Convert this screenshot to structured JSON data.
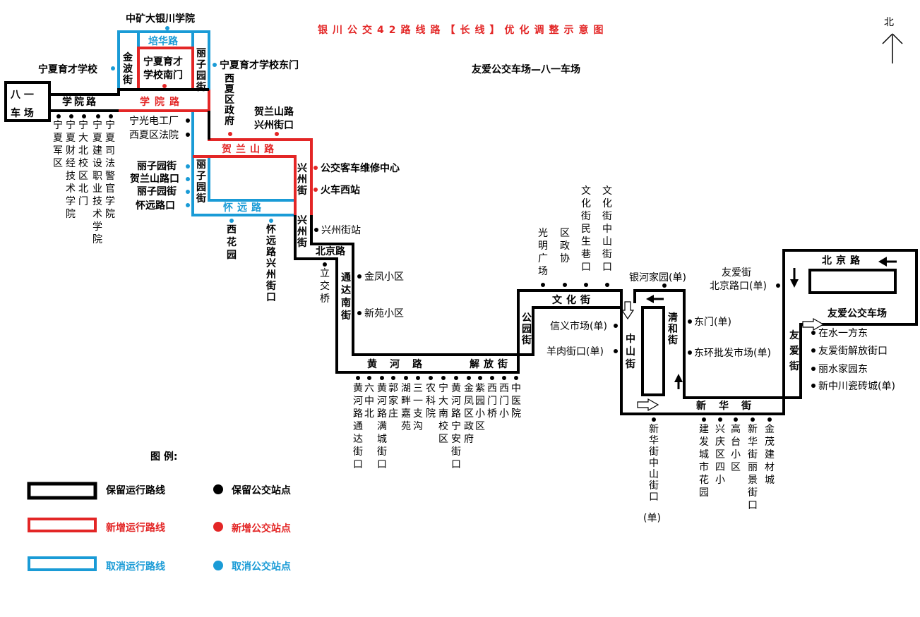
{
  "title": "银川公交42路线路【长线】优化调整示意图",
  "subtitle": "友爱公交车场—八一车场",
  "north": "北",
  "colors": {
    "retained": "#000000",
    "added": "#e32626",
    "removed": "#1a9bd6"
  },
  "legend": {
    "title": "图    例:",
    "items": [
      {
        "line_label": "保留运行路线",
        "stop_label": "保留公交站点",
        "color": "#000000"
      },
      {
        "line_label": "新增运行路线",
        "stop_label": "新增公交站点",
        "color": "#e32626"
      },
      {
        "line_label": "取消运行路线",
        "stop_label": "取消公交站点",
        "color": "#1a9bd6"
      }
    ]
  },
  "terminals": {
    "west": "八一车场",
    "east": "友爱公交车场"
  },
  "roads": {
    "xueyuan_black": "学院路",
    "xueyuan_red": "学院路",
    "peihua": "培华路",
    "jinbo": "金波街",
    "lizi_top": "丽子园街",
    "lizi_mid": "丽子园街",
    "helanshan": "贺兰山路",
    "huaiyuan": "怀远路",
    "xingzhou_red": "兴州街",
    "xingzhou_black": "兴州街",
    "beijing_w": "北京路",
    "tongda": "通达南街",
    "huanghe": "黄河路",
    "jiefang": "解放街",
    "gongyuan": "公园街",
    "wenhua": "文化街",
    "zhongshan": "中山街",
    "qinghe": "清和街",
    "xinhua": "新华街",
    "youai": "友爱街",
    "beijing_e": "北京路"
  },
  "stops": {
    "added": [
      "宁夏育才学校南门",
      "西夏区政府",
      "贺兰山路兴州街口",
      "公交客车维修中心",
      "火车西站"
    ],
    "removed": [
      "中矿大银川学院",
      "宁夏育才学校",
      "宁夏育才学校东门",
      "丽子园街贺兰山路口",
      "丽子园街怀远路口",
      "西花园",
      "怀远路兴州街口"
    ],
    "retained_west": [
      "宁夏军区",
      "宁夏财经技术学院",
      "宁大北校区北门",
      "宁夏建设职业技术学院",
      "宁夏司法警官学院"
    ],
    "retained_mid": [
      "宁光电工厂",
      "西夏区法院",
      "兴州街站",
      "立交桥",
      "金凤小区",
      "新苑小区"
    ],
    "huanghe_stops": [
      "黄河路通达街口",
      "六中北",
      "黄河路满城街口",
      "郭家庄",
      "湖畔嘉苑",
      "三一支沟",
      "农科院",
      "宁大南校区",
      "黄河路宁安街口",
      "金凤区政府",
      "紫园小区",
      "西门桥",
      "西门小",
      "中医院"
    ],
    "wenhua_stops": [
      "光明广场",
      "区政协",
      "文化街民生巷口",
      "文化街中山街口"
    ],
    "center_stops": [
      "信义市场(单)",
      "羊肉街口(单)",
      "银河家园(单)",
      "东门(单)",
      "东环批发市场(单)"
    ],
    "xinhua_stops": [
      "新华街中山街口(单)",
      "建发城市花园",
      "兴庆区四小",
      "高台小区",
      "新华街丽景街口",
      "金茂建材城"
    ],
    "youai_stops": [
      "友爱街北京路口(单)",
      "在水一方东",
      "友爱街解放街口",
      "丽水家园东",
      "新中川瓷砖城(单)"
    ]
  }
}
